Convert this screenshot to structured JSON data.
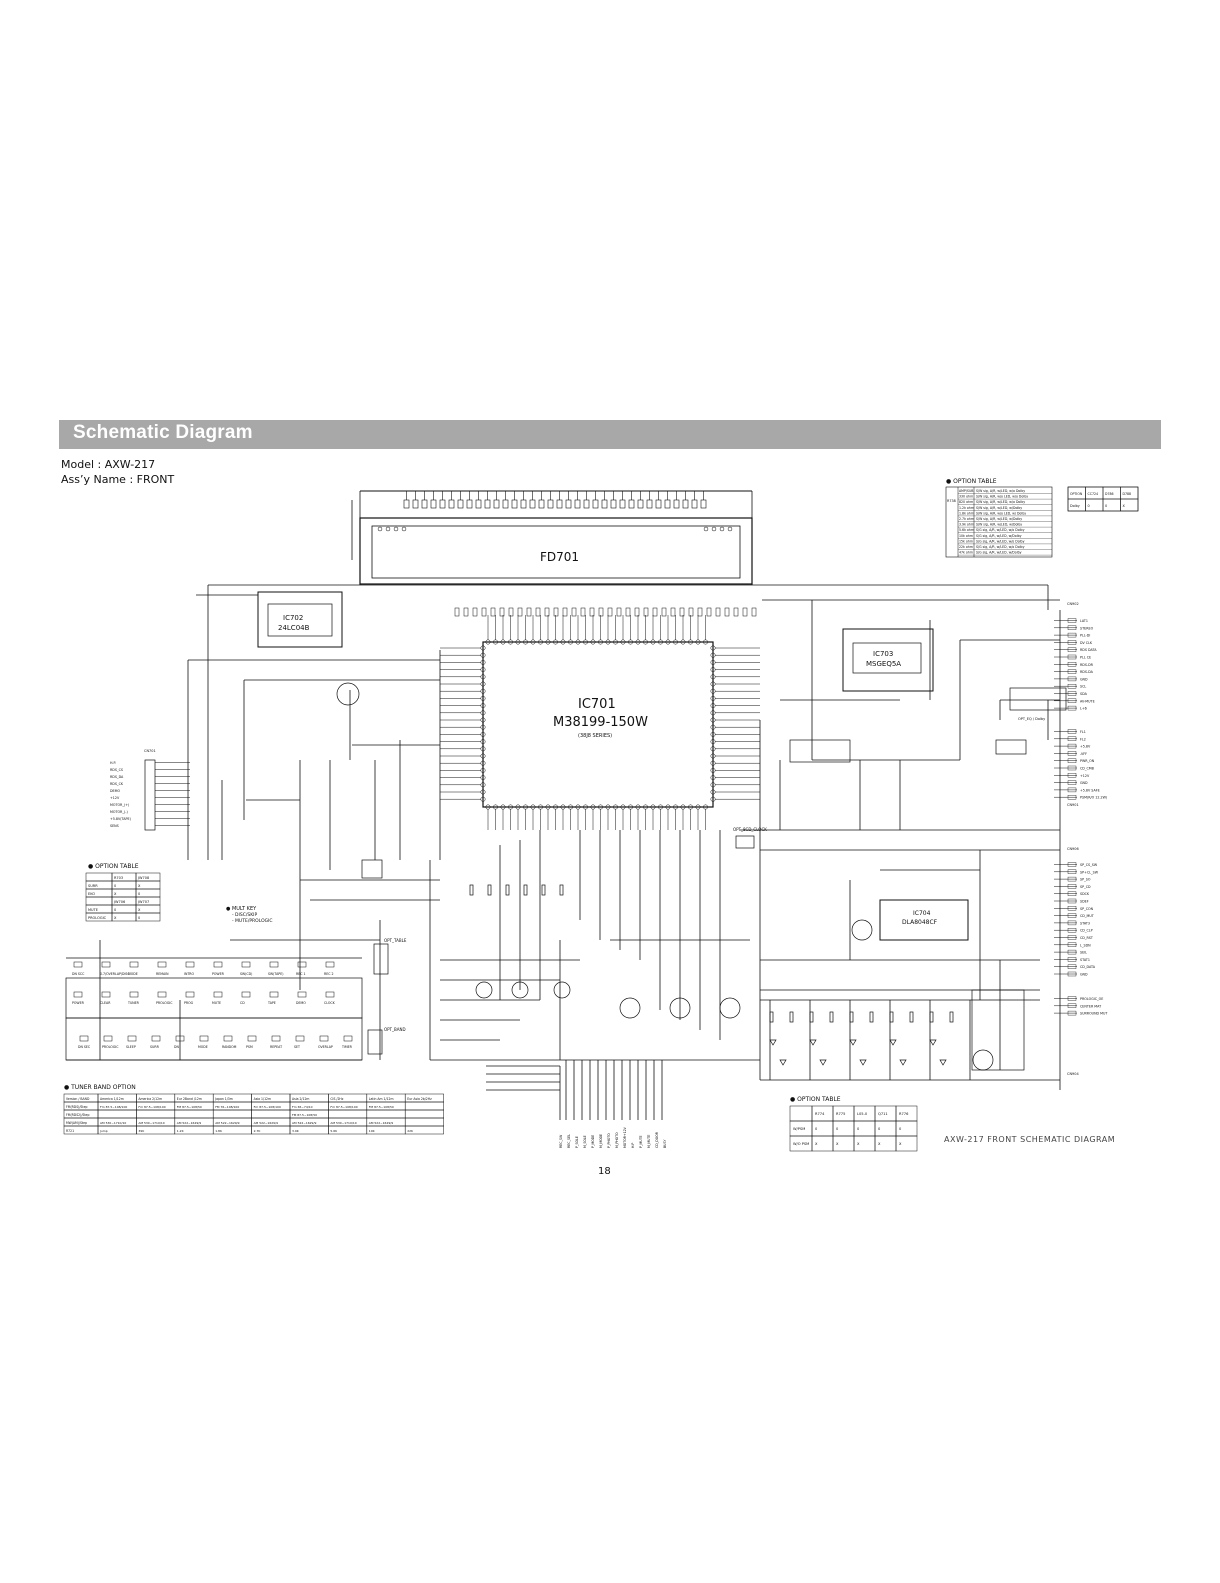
{
  "header": {
    "title": "Schematic Diagram"
  },
  "meta": {
    "model": "Model : AXW-217",
    "assy": "Ass’y Name : FRONT"
  },
  "footer": {
    "page": "18",
    "caption": "AXW-217 FRONT SCHEMATIC DIAGRAM"
  },
  "components": {
    "fd701": "FD701",
    "ic701_ref": "IC701",
    "ic701_part": "M38199-150W",
    "ic701_sub": "(38J8 SERIES)",
    "ic702_ref": "IC702",
    "ic702_part": "24LC04B",
    "ic703_ref": "IC703",
    "ic703_part": "MSGEQ5A",
    "ic704_ref": "IC704",
    "ic704_part": "DLA8048CF"
  },
  "labels": {
    "option_table_top": "● OPTION TABLE",
    "option_table_left": "● OPTION TABLE",
    "option_table_bottom": "● OPTION TABLE",
    "tuner_band_option": "● TUNER BAND OPTION",
    "mult_key": "● MULT KEY",
    "mult_key_1": "- DISC/SKIP",
    "mult_key_2": "- MUTE/PROLOGIC",
    "opt_table": "OPT_TABLE",
    "opt_band": "OPT_BAND",
    "opt_8cd_clock": "OPT_8CD_CLOCK",
    "opt_eq_dolby": "OPT_EQ / Dolby",
    "cn_701": "CN701",
    "cn_main": "CN902",
    "cn_from_main": "CN901",
    "cn_to_main": "CN906",
    "cn_power": "CN904"
  },
  "bottom_option_table": {
    "headers": [
      "",
      "R774",
      "R775",
      "L05-0",
      "Q711",
      "R776"
    ],
    "rows": [
      [
        "W/PSM",
        "0",
        "0",
        "0",
        "0",
        "0"
      ],
      [
        "W/O PSM",
        "X",
        "X",
        "X",
        "X",
        "X"
      ]
    ]
  },
  "left_option_table": {
    "headers": [
      "",
      "R703",
      "JW708"
    ],
    "rows": [
      [
        "SURR",
        "0",
        "X"
      ],
      [
        "EKO",
        "X",
        "0"
      ],
      [
        "",
        "JW706",
        "JW707"
      ],
      [
        "MUTE",
        "0",
        "X"
      ],
      [
        "PROLOGIC",
        "X",
        "0"
      ]
    ]
  },
  "top_right_option_table": {
    "headers": [
      "OPTION",
      "CC724",
      "D786",
      "D788"
    ],
    "rows": [
      [
        "Dolby",
        "0",
        "0",
        "X"
      ]
    ]
  },
  "tuner_table": {
    "headers": [
      "Version / BAND",
      "America 1/12m",
      "America 2/12m",
      "Eur 2Band /12m",
      "Japan 1/3m",
      "Asia 1/12m",
      "Asia 2/12m",
      "CIS /2Hz",
      "Latin Am 1/12m",
      "Eur Asia 2b/2Hz"
    ],
    "rows": [
      [
        "FM(RDS)/Step",
        "Fm 87.5~108/100",
        "Fm 87.5~108/100",
        "FM 87.5~108/50",
        "FM 76~108/100",
        "Fm 87.5~108/100",
        "Fm 65~74/10",
        "Fm 87.5~108/100",
        "FM 87.5~108/50",
        ""
      ],
      [
        "FM(RDS2)/Step",
        "",
        "",
        "",
        "",
        "",
        "FM 87.5~108/50",
        "",
        "",
        ""
      ],
      [
        "MW(AM)/Step",
        "AM 530~1710/10",
        "AM 530~1710/10",
        "AM 522~1629/9",
        "AM 522~1629/9",
        "AM 522~1629/9",
        "AM 522~1629/9",
        "AM 530~1710/10",
        "AM 522~1629/9",
        ""
      ],
      [
        "R721",
        "Jump",
        "39K",
        "1.2K",
        "1.8K",
        "2.7K",
        "3.9K",
        "5.6K",
        "10K",
        "22K"
      ]
    ]
  },
  "r738_table": {
    "ref": "R738",
    "rows": [
      [
        "AMP/SUB",
        "S/W sig, A/R, w/LED, w/o Dolby"
      ],
      [
        "330 ohm",
        "S/W sig, A/R, w/o LED, w/o Dolby"
      ],
      [
        "820 ohm",
        "S/W sig, A/R, w/LED, w/o Dolby"
      ],
      [
        "1.2k ohm",
        "S/W sig, A/R, w/LED, w/Dolby"
      ],
      [
        "1.8k ohm",
        "S/W sig, A/R, w/o LED, w/ Dolby"
      ],
      [
        "2.7k ohm",
        "S/W sig, A/R, w/LED, w/Dolby"
      ],
      [
        "3.9k ohm",
        "S/W sig, A/R, w/LED, w/Dolby"
      ],
      [
        "5.6k ohm",
        "S/G sig, A/R, w/LED, w/o Dolby"
      ],
      [
        "10k ohm",
        "S/G sig, A/R, w/LED, w/Dolby"
      ],
      [
        "15k ohm",
        "S/G sig, A/R, w/LED, w/o Dolby"
      ],
      [
        "22k ohm",
        "S/G sig, A/R, w/LED, w/o Dolby"
      ],
      [
        "47k ohm",
        "S/G sig, A/R, w/LED, w/Dolby"
      ]
    ]
  },
  "key_labels": {
    "row1": [
      "DN SCC",
      "0.7/OVERLAP/DISC",
      "MODE",
      "REMAIN",
      "INTRO",
      "POWER",
      "SW(CD)",
      "SW(TAPE)",
      "REC 1",
      "REC 2"
    ],
    "row2": [
      "POWER",
      "CLEAR",
      "TUNER",
      "PROLOGIC",
      "PROG",
      "MUTE",
      "CD",
      "TAPE",
      "DEMO",
      "CLOCK"
    ],
    "row3": [
      "DN SEC",
      "PROLOGIC",
      "SLEEP",
      "SURR",
      "DN",
      "MODE",
      "RANDOM",
      "PSM",
      "REPEAT",
      "SET",
      "OVERLAP",
      "TIMER"
    ]
  },
  "connector_right_top": [
    "LAT1",
    "STEREO",
    "PLL-DI",
    "DV CLK",
    "RDS DATA",
    "PLL CE",
    "RDS-DR",
    "RDS-DA",
    "GND",
    "SCL",
    "SDA",
    "AV-MUTE",
    "L+6"
  ],
  "connector_right_mid": [
    "FL1",
    "FL2",
    "+5.8V",
    "-VFF",
    "PWR_ON",
    "CD_CMB",
    "+12V",
    "GND",
    "+5.8V SAFE",
    "PSM(R/O 12.2W)"
  ],
  "connector_right_low": [
    "SP_CS_SW",
    "SP+CL_SW",
    "SP_SO",
    "SP_CD",
    "SDCK",
    "SDEF",
    "SP_CON",
    "CD_MUT",
    "STAT3",
    "CD_CLP",
    "CD_RST",
    "L_SDN",
    "SEIL",
    "STAT1",
    "CD_DATA",
    "GND"
  ],
  "connector_right_bottom": [
    "PROLOGIC_OE",
    "CENTER MAT",
    "SURROUND MUT"
  ],
  "connector_left": [
    "H.P.",
    "RDS_CS",
    "RDS_DA",
    "RDS_CK",
    "DEMO",
    "+12V",
    "MOTOR_(+)",
    "MOTOR_(-)",
    "+5.8V(TAPE)",
    "SENS"
  ],
  "bottom_connector": [
    "REC_SW",
    "REC_SEL",
    "P_SOLE",
    "M_SOLE",
    "P_MODE",
    "M_MODE",
    "P_PHOTO",
    "M_PHOTO",
    "MOTOR+12V",
    "H.P",
    "P_MUTE",
    "M_MUTE",
    "CD_DOOR",
    "BUSY"
  ]
}
